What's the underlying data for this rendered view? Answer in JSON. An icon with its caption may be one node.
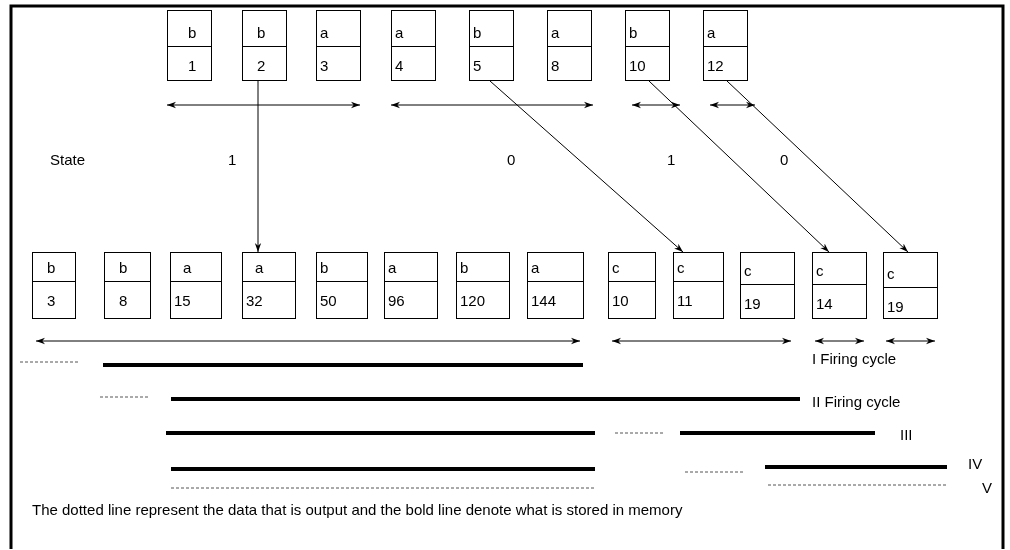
{
  "diagram": {
    "caption": "The dotted line represent the data that is output and the bold line denote what is stored in memory",
    "nodes": [
      {
        "text": [
          "b",
          "1"
        ]
      },
      {
        "text": [
          "b",
          "2"
        ]
      },
      {
        "text": [
          "a",
          "3"
        ]
      },
      {
        "text": [
          "a",
          "4"
        ]
      },
      {
        "text": [
          "b",
          "5"
        ]
      },
      {
        "text": [
          "a",
          "8"
        ]
      },
      {
        "text": [
          "b",
          "10"
        ]
      },
      {
        "text": [
          "a",
          "12"
        ]
      },
      {
        "text": [
          "b",
          "3"
        ]
      },
      {
        "text": [
          "b",
          "8"
        ]
      },
      {
        "text": [
          "a",
          "15"
        ]
      },
      {
        "text": [
          "a",
          "32"
        ]
      },
      {
        "text": [
          "b",
          "50"
        ]
      },
      {
        "text": [
          "a",
          "96"
        ]
      },
      {
        "text": [
          "b",
          "120"
        ]
      },
      {
        "text": [
          "a",
          "144"
        ]
      },
      {
        "text": [
          "c",
          "10"
        ]
      },
      {
        "text": [
          "c",
          "11"
        ]
      },
      {
        "text": [
          "c",
          "19"
        ]
      },
      {
        "text": [
          "c",
          "14"
        ]
      },
      {
        "text": [
          "c",
          "19"
        ]
      }
    ],
    "edges": [
      {
        "from": 1,
        "to": 11,
        "arrow": "to",
        "label": "1"
      },
      {
        "from": 4,
        "to": 17,
        "arrow": "to",
        "label": "0"
      },
      {
        "from": 6,
        "to": 19,
        "arrow": "to",
        "label": "1"
      },
      {
        "from": 7,
        "to": 20,
        "arrow": "to",
        "label": "0"
      }
    ],
    "labels": [
      "State",
      "I Firing cycle",
      "II Firing cycle",
      "III",
      "IV",
      "V"
    ]
  }
}
